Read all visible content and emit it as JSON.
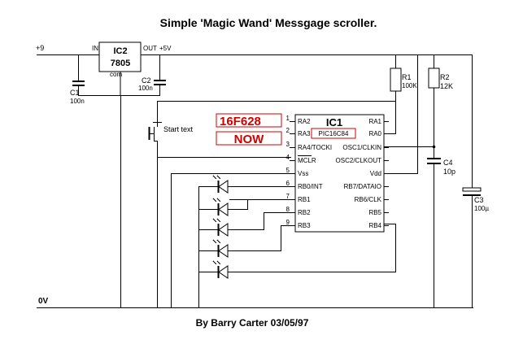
{
  "title": "Simple 'Magic Wand' Messgage scroller.",
  "footer": "By Barry Carter 03/05/97",
  "rails": {
    "positive": "+9",
    "ground": "0V"
  },
  "regulator": {
    "name": "IC2",
    "part": "7805",
    "in_label": "IN",
    "out_label": "OUT",
    "com_label": "com",
    "output_label": "+5V"
  },
  "capacitors": [
    {
      "ref": "C1",
      "value": "100n"
    },
    {
      "ref": "C2",
      "value": "100n"
    },
    {
      "ref": "C4",
      "value": "10p"
    },
    {
      "ref": "C3",
      "value": "100µ"
    }
  ],
  "resistors": [
    {
      "ref": "R1",
      "value": "100K"
    },
    {
      "ref": "R2",
      "value": "12K"
    }
  ],
  "switch_label": "Start text",
  "red_labels": {
    "chip": "16F628",
    "now": "NOW"
  },
  "ic1": {
    "name": "IC1",
    "part": "PIC16C84",
    "left_pins": [
      {
        "num": "1",
        "name": "RA2"
      },
      {
        "num": "2",
        "name": "RA3"
      },
      {
        "num": "3",
        "name": "RA4/TOCKI"
      },
      {
        "num": "4",
        "name": "MCLR"
      },
      {
        "num": "5",
        "name": "Vss"
      },
      {
        "num": "6",
        "name": "RB0/INT"
      },
      {
        "num": "7",
        "name": "RB1"
      },
      {
        "num": "8",
        "name": "RB2"
      },
      {
        "num": "9",
        "name": "RB3"
      }
    ],
    "right_pins": [
      {
        "name": "RA1"
      },
      {
        "name": "RA0"
      },
      {
        "name": "OSC1/CLKIN"
      },
      {
        "name": "OSC2/CLKOUT"
      },
      {
        "name": "Vdd"
      },
      {
        "name": "RB7/DATAIO"
      },
      {
        "name": "RB6/CLK"
      },
      {
        "name": "RB5"
      },
      {
        "name": "RB4"
      }
    ]
  }
}
